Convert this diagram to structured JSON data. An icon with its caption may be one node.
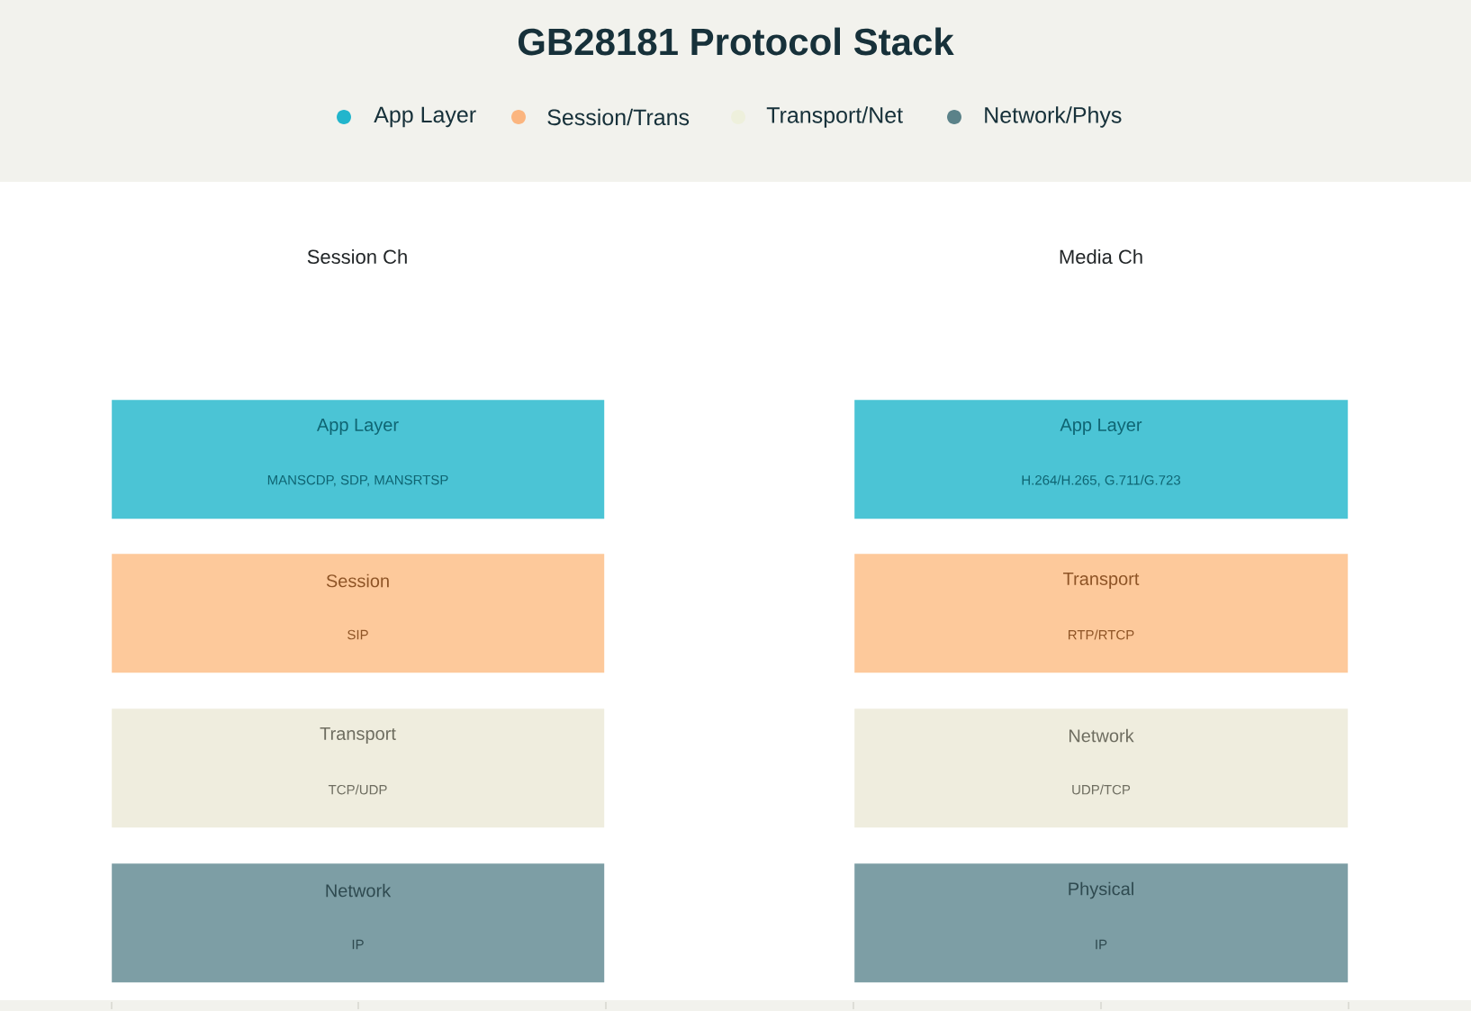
{
  "diagram": {
    "title": "GB28181 Protocol Stack",
    "nodes": [
      {
        "text": [
          "App Layer",
          "MANSCDP, SDP, MANSRTSP"
        ]
      },
      {
        "text": [
          "App Layer",
          "H.264/H.265, G.711/G.723"
        ]
      },
      {
        "text": [
          "Session",
          "SIP"
        ]
      },
      {
        "text": [
          "Transport",
          "RTP/RTCP"
        ]
      },
      {
        "text": [
          "Transport",
          "TCP/UDP"
        ]
      },
      {
        "text": [
          "Network",
          "UDP/TCP"
        ]
      },
      {
        "text": [
          "Network",
          "IP"
        ]
      },
      {
        "text": [
          "Physical",
          "IP"
        ]
      }
    ],
    "labels": [
      "Session Ch",
      "Media Ch"
    ],
    "legend": [
      {
        "text": "App Layer",
        "color": "#22b5cc"
      },
      {
        "text": "Session/Trans",
        "color": "#fbb57f"
      },
      {
        "text": "Transport/Net",
        "color": "#eef0dc"
      },
      {
        "text": "Network/Phys",
        "color": "#5b8289"
      }
    ]
  }
}
